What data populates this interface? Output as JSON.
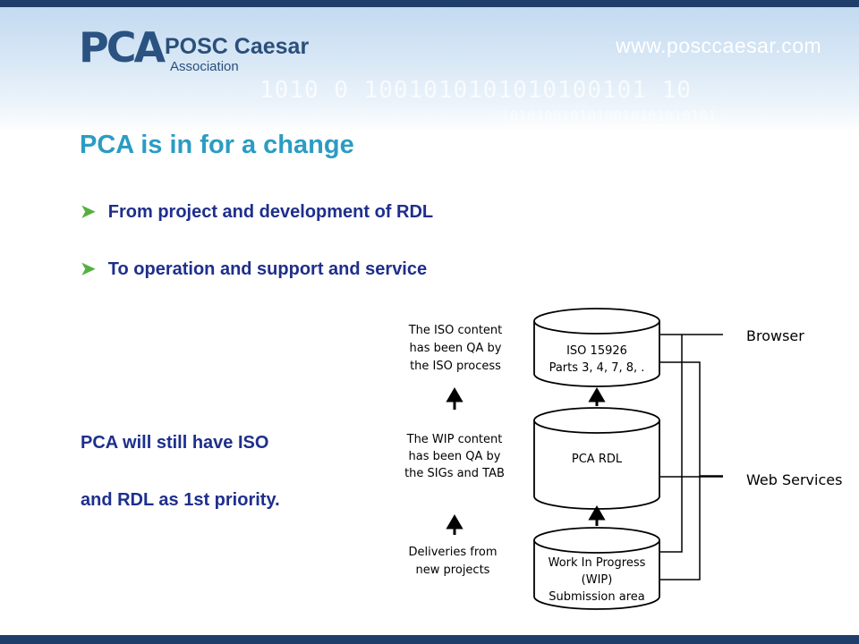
{
  "header": {
    "logo_letters": "PCA",
    "org_name": "POSC Caesar",
    "org_sub": "Association",
    "website": "www.posccaesar.com",
    "binary_text": "1010   0   1001010101010100101 10",
    "binary_text_2": "1010100101010010101010101"
  },
  "slide": {
    "title": "PCA is in for a change",
    "bullets": [
      {
        "text": "From project and development of RDL"
      },
      {
        "text": "To operation and support and service"
      }
    ],
    "notes": [
      "PCA will still have ISO",
      "and RDL as 1st priority."
    ]
  },
  "diagram": {
    "databases": [
      {
        "lines": [
          "ISO 15926",
          "Parts 3, 4, 7, 8, ."
        ]
      },
      {
        "lines": [
          "PCA RDL"
        ]
      },
      {
        "lines": [
          "Work In Progress",
          "(WIP)",
          "Submission area"
        ]
      }
    ],
    "captions": [
      {
        "lines": [
          "The ISO content",
          "has been QA by",
          "the ISO process"
        ]
      },
      {
        "lines": [
          "The WIP content",
          "has been QA by",
          "the SIGs and TAB"
        ]
      },
      {
        "lines": [
          "Deliveries from",
          "new projects"
        ]
      }
    ],
    "endpoints": [
      "Browser",
      "Web Services"
    ]
  }
}
